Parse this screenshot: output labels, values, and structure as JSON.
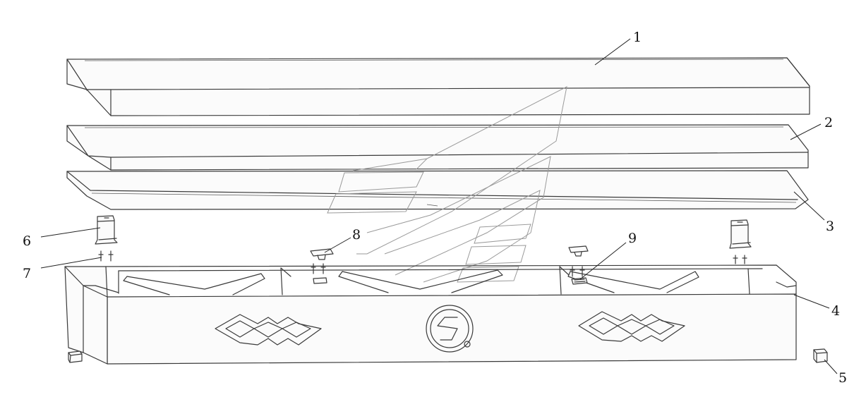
{
  "diagram": {
    "callouts": [
      {
        "id": "1",
        "label": "1"
      },
      {
        "id": "2",
        "label": "2"
      },
      {
        "id": "3",
        "label": "3"
      },
      {
        "id": "4",
        "label": "4"
      },
      {
        "id": "5",
        "label": "5"
      },
      {
        "id": "6",
        "label": "6"
      },
      {
        "id": "7",
        "label": "7"
      },
      {
        "id": "8",
        "label": "8"
      },
      {
        "id": "9",
        "label": "9"
      }
    ],
    "colors": {
      "line": "#3a3a3a",
      "watermark": "#9a9a9a",
      "background": "#ffffff"
    },
    "icons": [
      "brand-emblem-icon",
      "diamond-ornament-icon",
      "watermark-logo-icon"
    ]
  }
}
